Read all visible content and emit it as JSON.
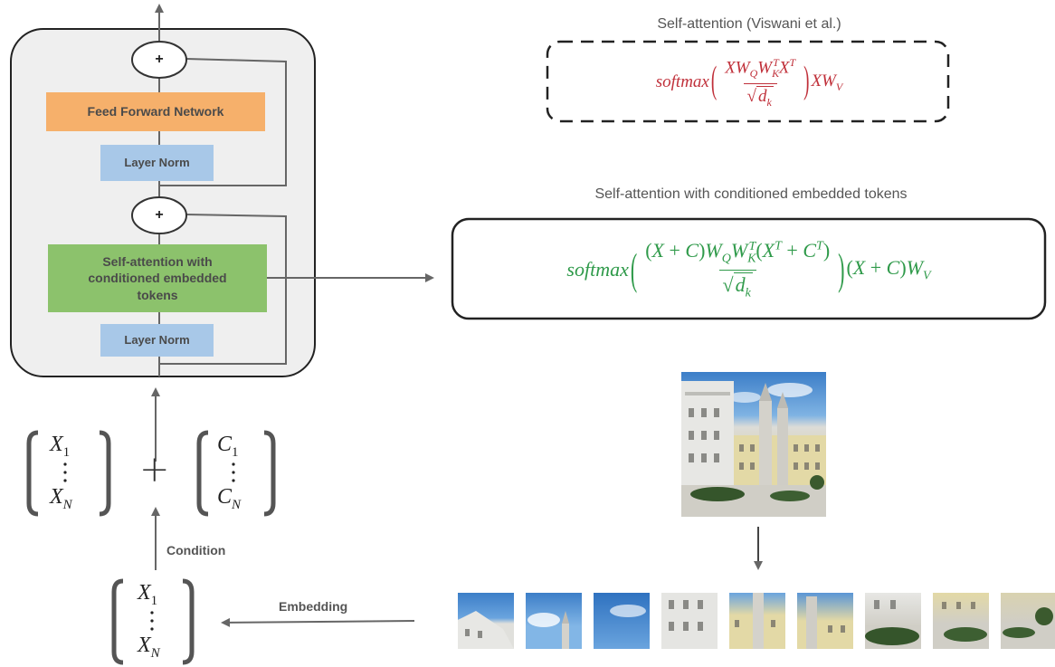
{
  "transformer_block": {
    "plus_top": "+",
    "plus_mid": "+",
    "ffn_label": "Feed Forward Network",
    "layer_norm_top": "Layer Norm",
    "self_attention_label": "Self-attention with conditioned embedded tokens",
    "layer_norm_bottom": "Layer Norm"
  },
  "formulas": {
    "vaswani_caption": "Self-attention (Viswani et al.)",
    "conditioned_caption": "Self-attention with conditioned embedded tokens",
    "vaswani_color": "#c0303a",
    "conditioned_color": "#2f9a4a"
  },
  "inputs": {
    "x_top": "X",
    "x_top_sub": "1",
    "x_bottom": "X",
    "x_bottom_sub": "N",
    "c_top": "C",
    "c_top_sub": "1",
    "c_bottom": "C",
    "c_bottom_sub": "N",
    "plus": "+",
    "condition_label": "Condition",
    "embedding_label": "Embedding"
  },
  "colors": {
    "ffn": "#f6b06b",
    "layer_norm": "#a8c8e8",
    "self_attention": "#8cc26c",
    "block_bg": "#efefef",
    "arrow": "#666666"
  }
}
